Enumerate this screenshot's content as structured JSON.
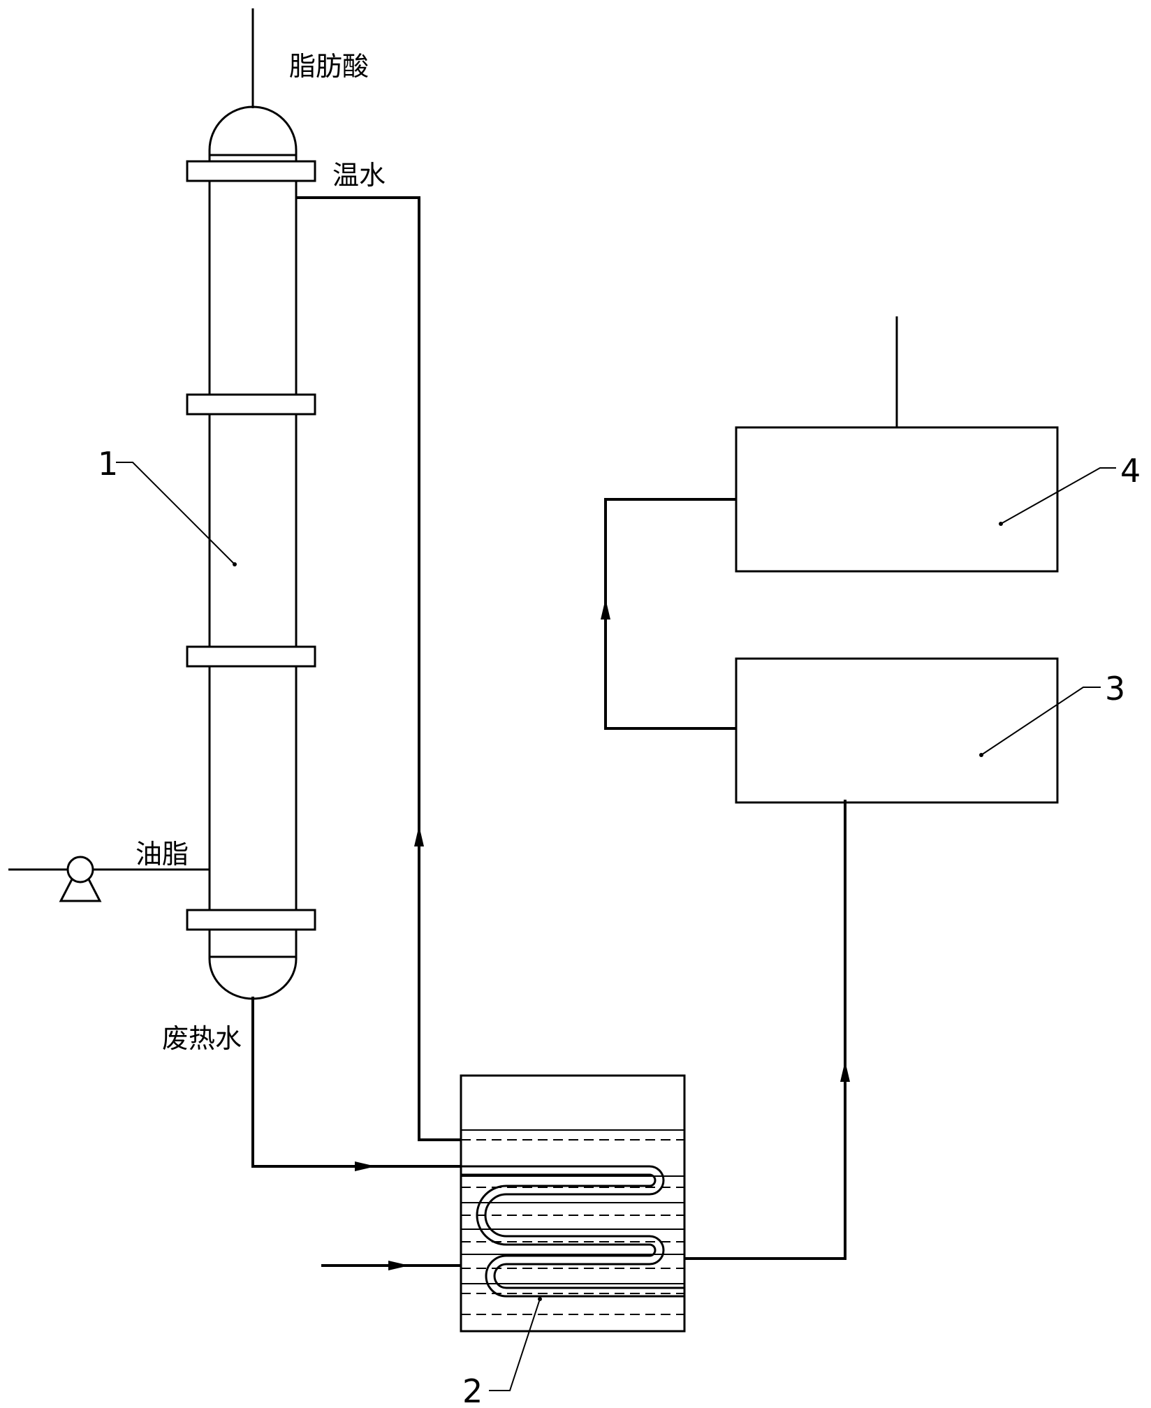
{
  "labels": {
    "fatty_acid": "脂肪酸",
    "warm_water": "温水",
    "oil": "油脂",
    "waste_heat_water": "废热水"
  },
  "equipment": {
    "column": "1",
    "heat_exchanger": "2",
    "unit_3": "3",
    "unit_4": "4"
  },
  "colors": {
    "line": "#000000",
    "background": "#ffffff"
  }
}
